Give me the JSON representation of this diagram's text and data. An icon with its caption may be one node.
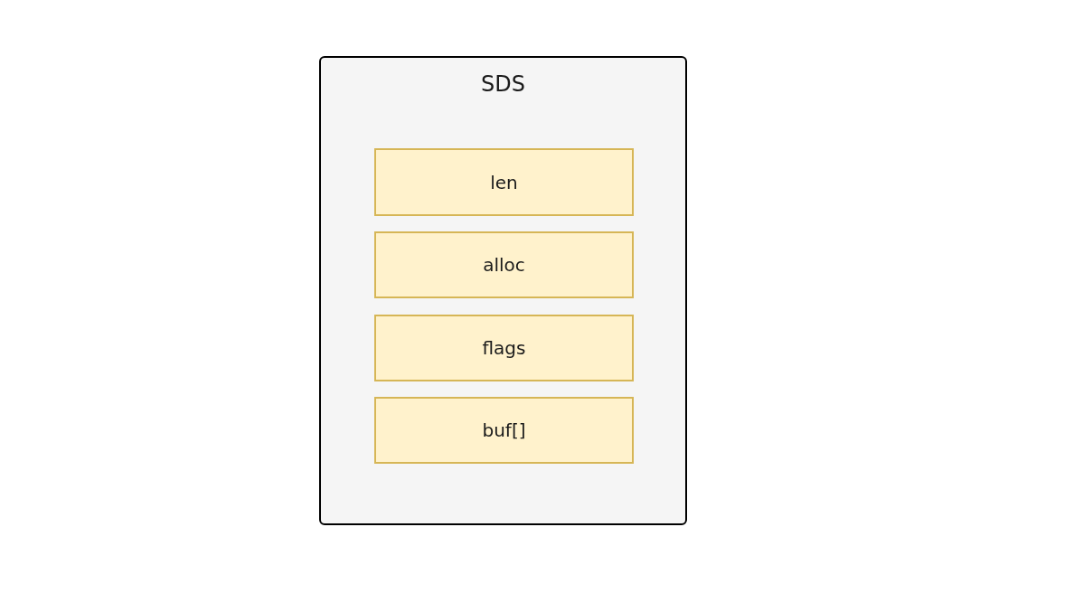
{
  "diagram": {
    "nodes": [
      {
        "text": [
          "SDS"
        ]
      },
      {
        "text": [
          "len"
        ],
        "in": 0
      },
      {
        "text": [
          "alloc"
        ],
        "in": 0
      },
      {
        "text": [
          "flags"
        ],
        "in": 0
      },
      {
        "text": [
          "buf[]"
        ],
        "in": 0
      }
    ]
  }
}
